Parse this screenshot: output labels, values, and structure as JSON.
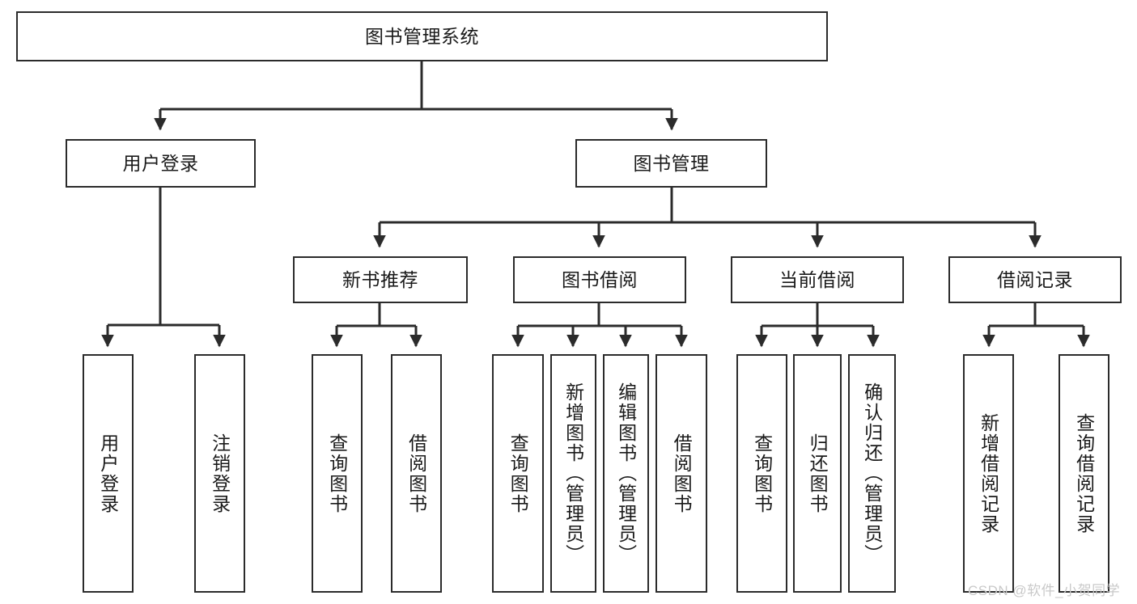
{
  "diagram": {
    "title": "图书管理系统",
    "type": "functional-structure-tree",
    "watermark": "CSDN @软件_小贺同学",
    "colors": {
      "box_border": "#2b2b2b",
      "box_fill": "#ffffff",
      "connector": "#2b2b2b",
      "text": "#1a1a1a",
      "watermark": "#c9c9c9"
    },
    "nodes": {
      "root": {
        "label": "图书管理系统"
      },
      "level2": [
        {
          "id": "user-login",
          "label": "用户登录"
        },
        {
          "id": "book-manage",
          "label": "图书管理"
        }
      ],
      "level3": [
        {
          "id": "new-book-recommend",
          "label": "新书推荐"
        },
        {
          "id": "book-borrow",
          "label": "图书借阅"
        },
        {
          "id": "current-borrow",
          "label": "当前借阅"
        },
        {
          "id": "borrow-record",
          "label": "借阅记录"
        }
      ],
      "leaves": {
        "user_login": [
          {
            "id": "leaf-user-login",
            "label": "用户登录"
          },
          {
            "id": "leaf-logout-login",
            "label": "注销登录"
          }
        ],
        "new_book_recommend": [
          {
            "id": "leaf-query-book-1",
            "label": "查询图书"
          },
          {
            "id": "leaf-borrow-book-1",
            "label": "借阅图书"
          }
        ],
        "book_borrow": [
          {
            "id": "leaf-query-book-2",
            "label": "查询图书"
          },
          {
            "id": "leaf-add-book",
            "label": "新增图书（管理员）"
          },
          {
            "id": "leaf-edit-book",
            "label": "编辑图书（管理员）"
          },
          {
            "id": "leaf-borrow-book-2",
            "label": "借阅图书"
          }
        ],
        "current_borrow": [
          {
            "id": "leaf-query-book-3",
            "label": "查询图书"
          },
          {
            "id": "leaf-return-book",
            "label": "归还图书"
          },
          {
            "id": "leaf-confirm-return",
            "label": "确认归还（管理员）"
          }
        ],
        "borrow_record": [
          {
            "id": "leaf-add-borrow-record",
            "label": "新增借阅记录"
          },
          {
            "id": "leaf-query-borrow-record",
            "label": "查询借阅记录"
          }
        ]
      }
    }
  }
}
